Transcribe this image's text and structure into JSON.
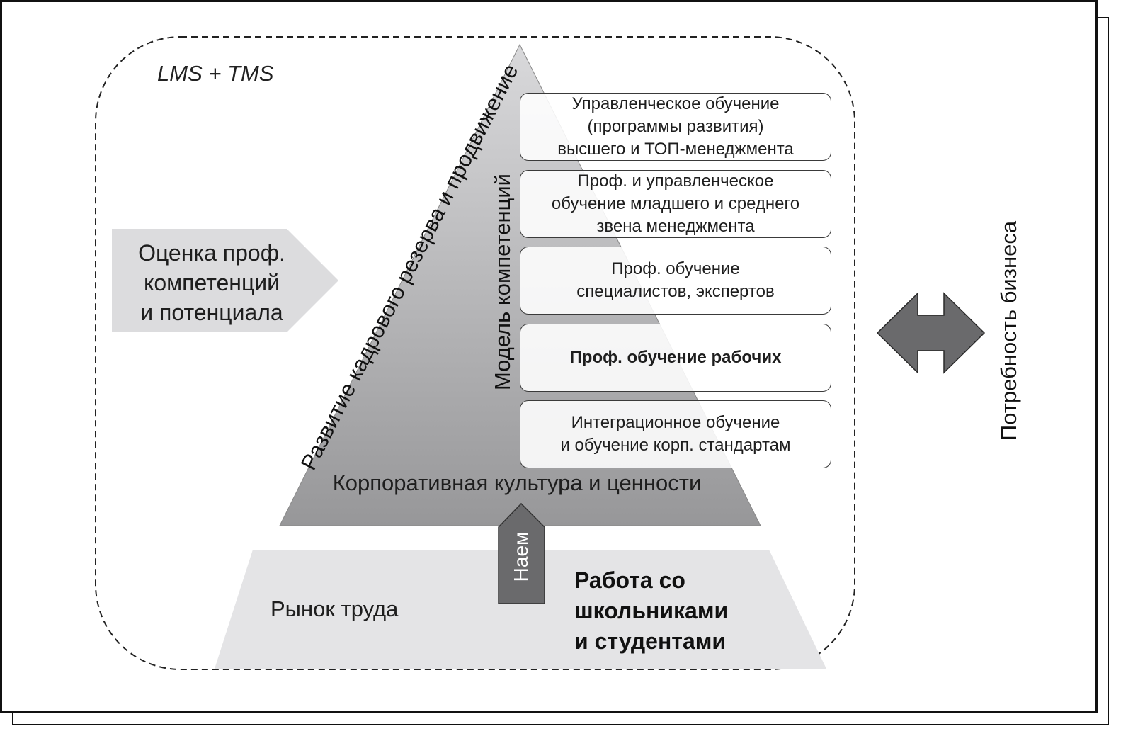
{
  "system_label": "LMS + TMS",
  "left_arrow": {
    "label": "Оценка проф.\nкомпетенций\nи потенциала"
  },
  "pyramid": {
    "side_label": "Развитие кадрового резерва и продвижение",
    "inner_label": "Модель компетенций",
    "base_label": "Корпоративная культура и ценности",
    "levels": [
      {
        "label": "Управленческое обучение\n(программы развития)\nвысшего и ТОП-менеджмента",
        "bold": false
      },
      {
        "label": "Проф. и управленческое\nобучение младшего и среднего\nзвена менеджмента",
        "bold": false
      },
      {
        "label": "Проф. обучение\nспециалистов, экспертов",
        "bold": false
      },
      {
        "label": "Проф. обучение рабочих",
        "bold": true
      },
      {
        "label": "Интеграционное обучение\nи обучение корп. стандартам",
        "bold": false
      }
    ]
  },
  "bottom": {
    "hire_label": "Наем",
    "market_label": "Рынок труда",
    "students_label": "Работа со\nшкольниками\nи студентами"
  },
  "right": {
    "label": "Потребность бизнеса"
  },
  "colors": {
    "pyramid_top": "#d8d8da",
    "pyramid_bottom": "#999999",
    "light_gray": "#e4e4e6",
    "dark_arrow": "#6a6a6c"
  }
}
